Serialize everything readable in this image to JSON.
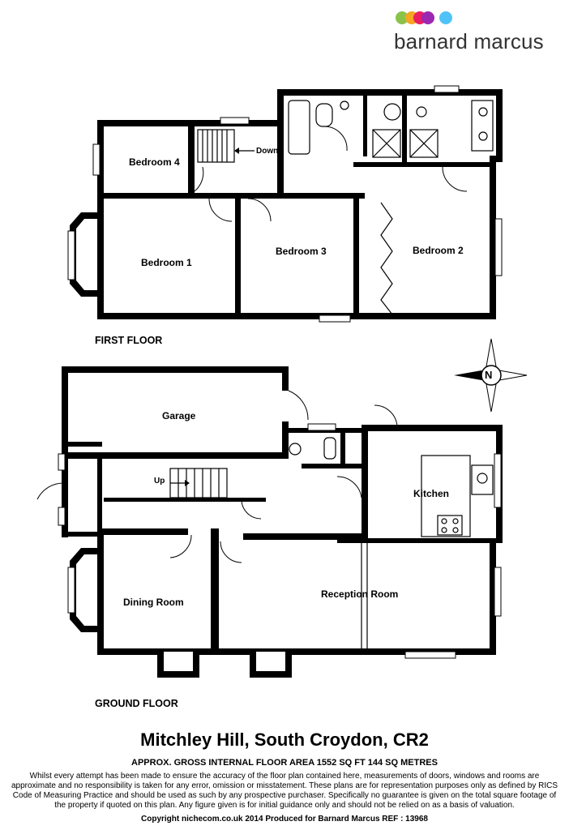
{
  "brand": {
    "name": "barnard marcus",
    "dot_colors": [
      "#8bc34a",
      "#f5a623",
      "#e91e63",
      "#9c27b0",
      "#4fc3f7"
    ]
  },
  "first_floor": {
    "label": "FIRST FLOOR",
    "rooms": [
      "Bedroom 4",
      "Bedroom 1",
      "Bedroom 3",
      "Bedroom 2"
    ],
    "stairs_label": "Down"
  },
  "ground_floor": {
    "label": "GROUND FLOOR",
    "rooms": [
      "Garage",
      "Kitchen",
      "Dining Room",
      "Reception Room"
    ],
    "stairs_label": "Up"
  },
  "compass": {
    "letter": "N"
  },
  "footer": {
    "address": "Mitchley Hill, South Croydon, CR2",
    "area": "APPROX. GROSS INTERNAL FLOOR AREA 1552 SQ FT 144 SQ METRES",
    "disclaimer": "Whilst every attempt has been made to ensure the accuracy of the floor plan contained here, measurements of doors, windows and rooms are approximate and no responsibility is taken for any error, omission or misstatement. These plans are for representation purposes only as defined by RICS Code of Measuring Practice and should be used as such by any prospective purchaser.  Specifically no guarantee is given on the total square footage of the property if quoted on this plan. Any figure given is for initial guidance only and should not be relied on as a basis of valuation.",
    "copyright": "Copyright nichecom.co.uk 2014    Produced for Barnard Marcus    REF : 13968"
  }
}
